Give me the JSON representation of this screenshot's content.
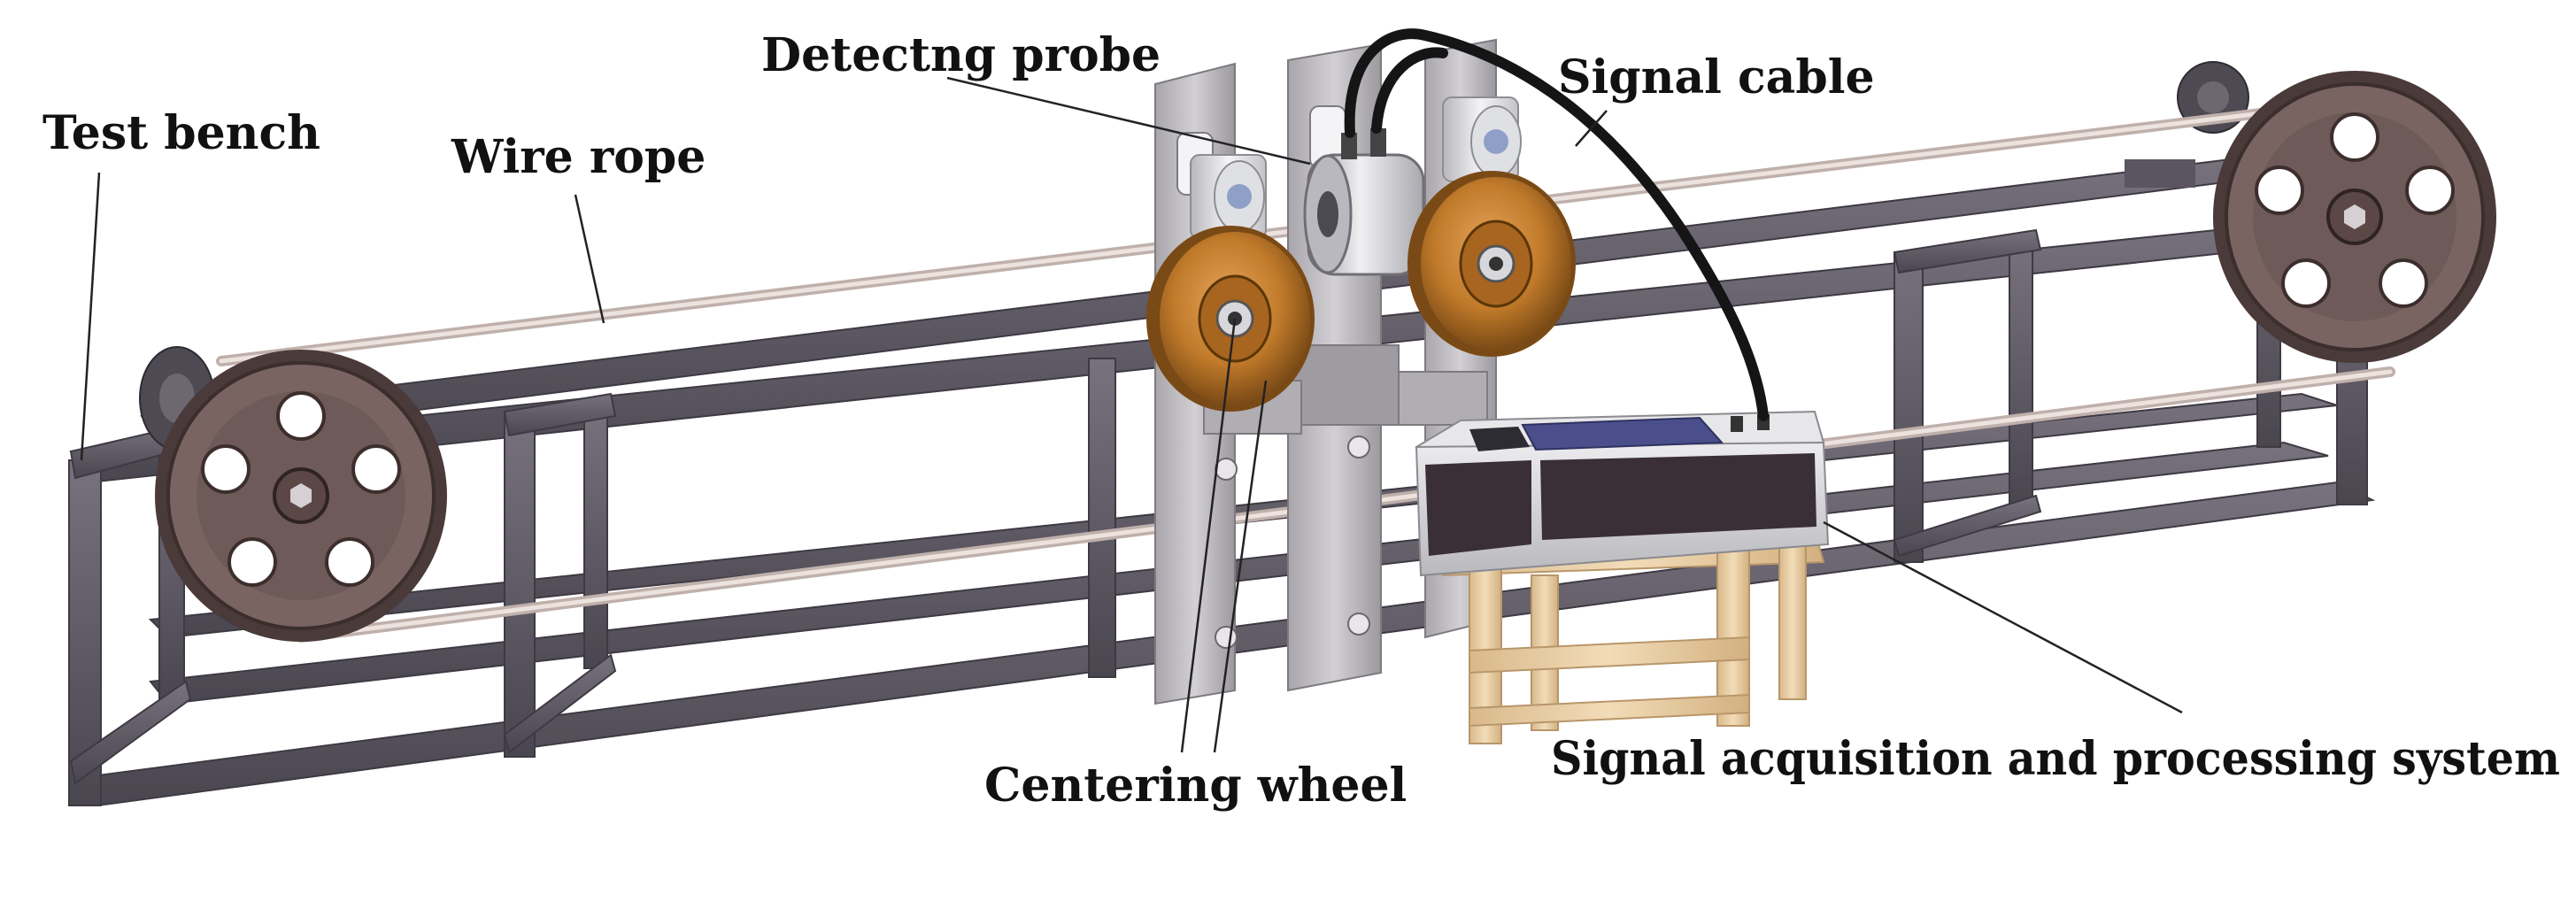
{
  "labels": {
    "test_bench": "Test bench",
    "wire_rope": "Wire rope",
    "detecting_probe": "Detectng probe",
    "signal_cable": "Signal cable",
    "centering_wheel": "Centering wheel",
    "signal_system": "Signal acquisition and processing system"
  },
  "colors": {
    "frame": "#5a5560",
    "frame_dark": "#3e3a44",
    "pulley": "#6e5a58",
    "pulley_dark": "#4a3a39",
    "rope": "#d9ccc8",
    "centering_wheel": "#c07a2a",
    "probe": "#c8c8cc",
    "support_plate": "#b9b6bb",
    "cable": "#151515",
    "stool": "#e5cba4",
    "device_body": "#d8d8dc",
    "device_panel": "#3a2f35"
  }
}
